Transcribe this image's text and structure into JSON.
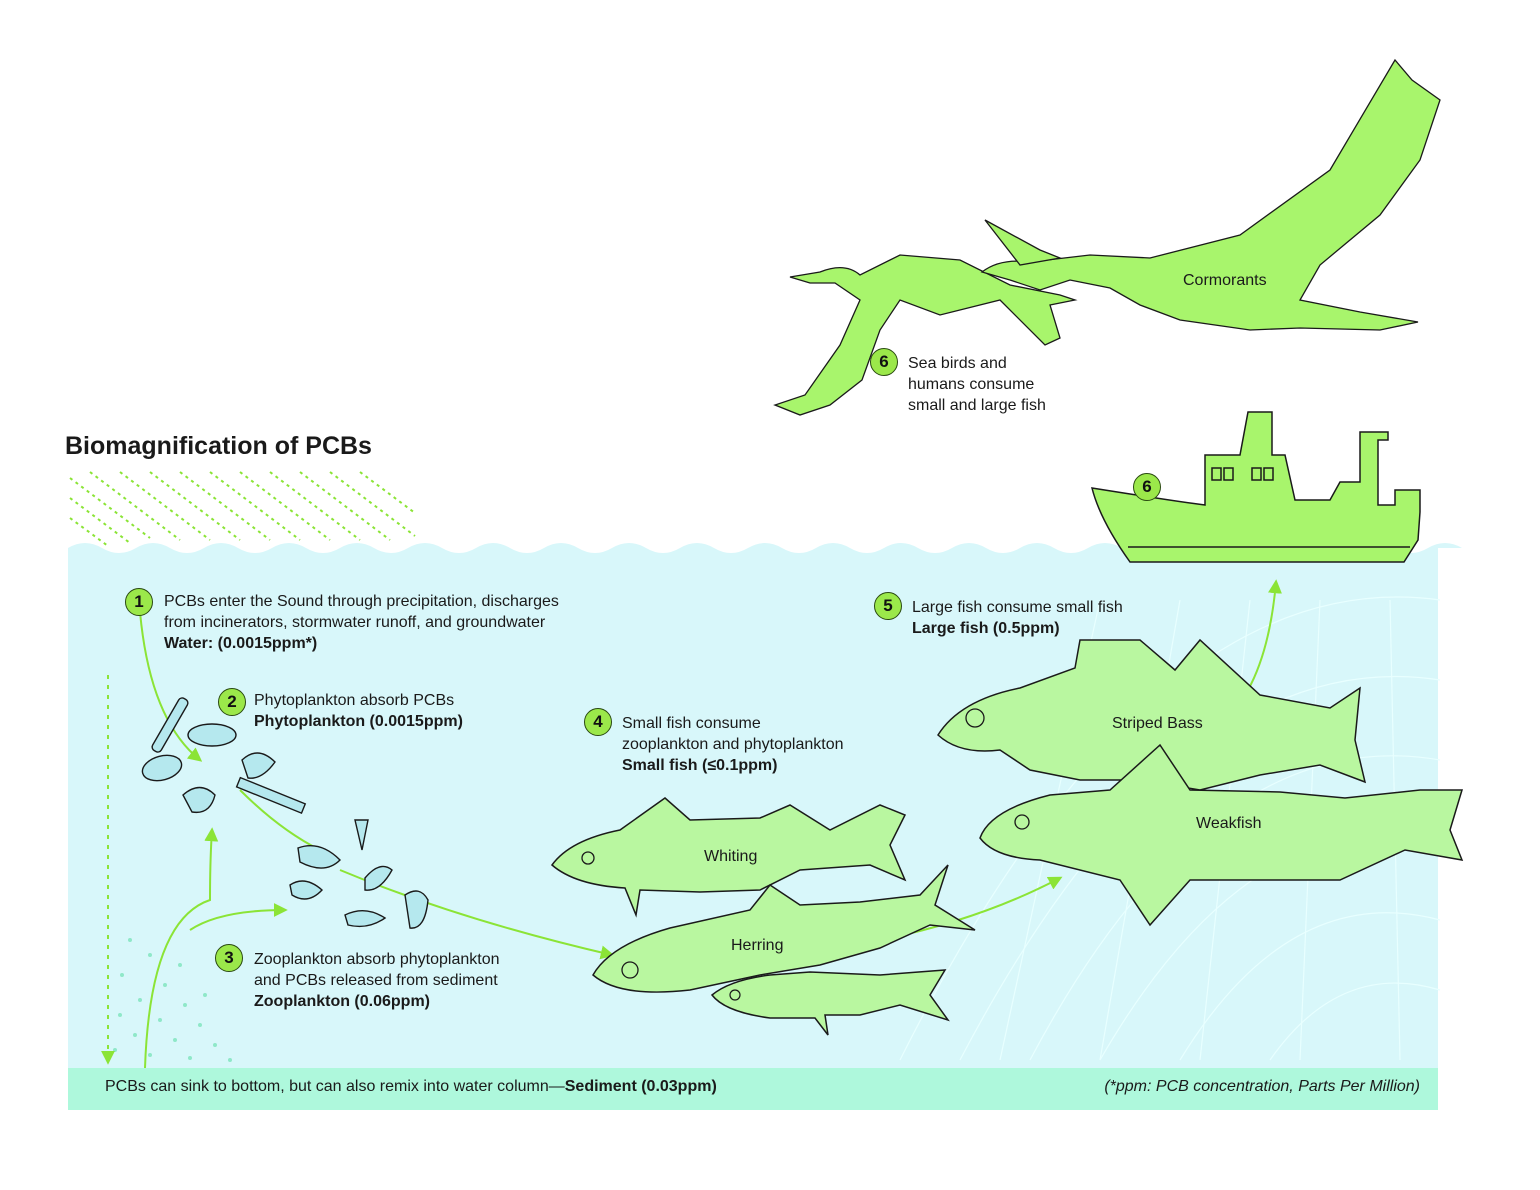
{
  "title": "Biomagnification of PCBs",
  "steps": [
    {
      "number": "1",
      "lines": [
        "PCBs enter the Sound through precipitation, discharges",
        "from incinerators, stormwater runoff, and groundwater"
      ],
      "bold": "Water: (0.0015ppm*)"
    },
    {
      "number": "2",
      "lines": [
        "Phytoplankton absorb PCBs"
      ],
      "bold": "Phytoplankton (0.0015ppm)"
    },
    {
      "number": "3",
      "lines": [
        "Zooplankton absorb phytoplankton",
        "and PCBs released from sediment"
      ],
      "bold": "Zooplankton (0.06ppm)"
    },
    {
      "number": "4",
      "lines": [
        "Small fish consume",
        "zooplankton and phytoplankton"
      ],
      "bold": "Small fish (≤0.1ppm)"
    },
    {
      "number": "5",
      "lines": [
        "Large fish consume small fish"
      ],
      "bold": "Large fish (0.5ppm)"
    },
    {
      "number": "6",
      "lines": [
        "Sea birds and",
        "humans consume",
        "small and large fish"
      ],
      "bold": ""
    }
  ],
  "boat_badge": "6",
  "organisms": {
    "birds": "Cormorants",
    "striped_bass": "Striped Bass",
    "weakfish": "Weakfish",
    "whiting": "Whiting",
    "herring": "Herring"
  },
  "sediment": {
    "text": "PCBs can sink to bottom,  but can also remix into water column—",
    "bold": "Sediment (0.03ppm)"
  },
  "footnote": "(*ppm: PCB concentration, Parts Per Million)",
  "colors": {
    "water": "#d8f7fa",
    "sediment": "#aef8dc",
    "organism": "#b9f7a0",
    "bird": "#a8f56c",
    "arrow": "#8be436",
    "badge": "#9be84a"
  }
}
